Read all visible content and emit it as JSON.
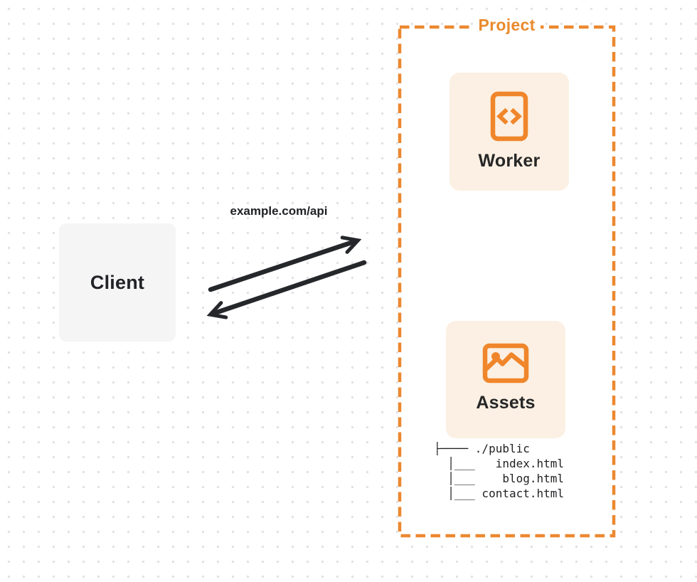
{
  "diagram": {
    "client": {
      "label": "Client"
    },
    "request_label": "example.com/api",
    "project": {
      "label": "Project",
      "worker": {
        "label": "Worker",
        "icon": "code-icon"
      },
      "assets": {
        "label": "Assets",
        "icon": "image-icon"
      },
      "file_tree": {
        "root": "./public",
        "files": [
          "index.html",
          "blog.html",
          "contact.html"
        ],
        "lines": [
          "├──── ./public",
          "  │___   index.html",
          "  │___    blog.html",
          "  │___ contact.html"
        ]
      }
    },
    "colors": {
      "accent_orange": "#EC8830",
      "card_cream": "#FBF0E3",
      "ink": "#222222",
      "client_fill": "#F5F5F6",
      "dot_grid": "#E2E2E5"
    }
  }
}
